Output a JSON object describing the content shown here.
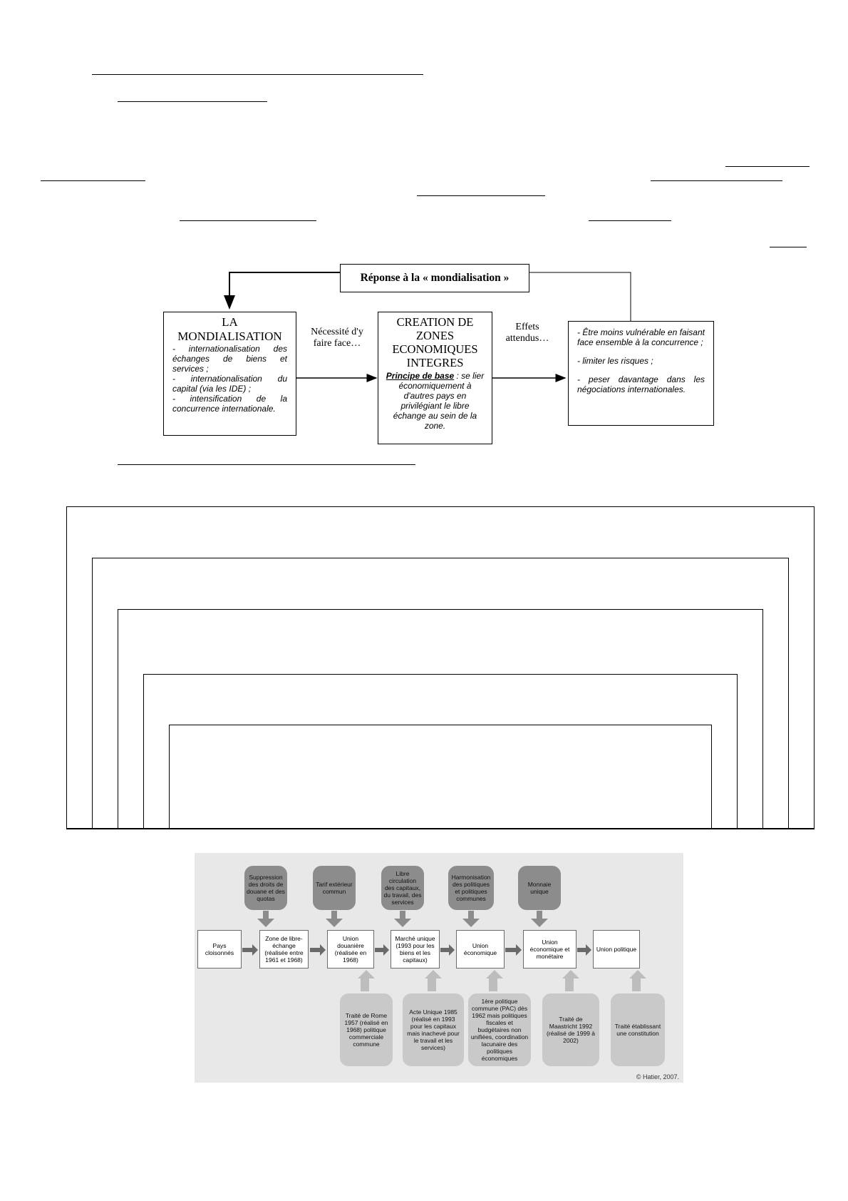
{
  "diagram": {
    "header": "Réponse à la « mondialisation »",
    "left_box": {
      "title": "LA MONDIALISATION",
      "items": [
        "- internationalisation des échanges de biens et services ;",
        "- internationalisation du capital (via les IDE) ;",
        "- intensification de la concurrence internationale."
      ]
    },
    "label_left": "Nécessité d'y faire face…",
    "center_box": {
      "title": "CREATION DE ZONES ECONOMIQUES INTEGRES",
      "principle_label": "Principe de base",
      "principle_text": " : se lier économiquement à d'autres pays en privilégiant le libre échange au sein de la zone."
    },
    "label_right": "Effets attendus…",
    "right_box": {
      "items": [
        "- Être moins vulnérable en faisant face ensemble à la concurrence ;",
        "- limiter les risques ;",
        "- peser davantage dans les négociations internationales."
      ]
    }
  },
  "integration_schema": {
    "top_measures": [
      "Suppression des droits de douane et des quotas",
      "Tarif extérieur commun",
      "Libre circulation des capitaux, du travail, des services",
      "Harmonisation des politiques et politiques communes",
      "Monnaie unique"
    ],
    "stages": [
      "Pays cloisonnés",
      "Zone de libre-échange (réalisée entre 1961 et 1968)",
      "Union douanière (réalisée en 1968)",
      "Marché unique (1993 pour les biens et les capitaux)",
      "Union économique",
      "Union économique et monétaire",
      "Union politique"
    ],
    "bottom_events": [
      "Traité de Rome 1957 (réalisé en 1968) politique commerciale commune",
      "Acte Unique 1985 (réalisé en 1993 pour les capitaux mais inachevé pour le travail et les services)",
      "1ère politique commune (PAC) dès 1962 mais politiques fiscales et budgétaires non unifiées, coordination lacunaire des politiques économiques",
      "Traité de Maastricht 1992 (réalisé de 1999 à 2002)",
      "Traité établissant une constitution"
    ],
    "copyright": "© Hatier, 2007."
  },
  "colors": {
    "ink": "#000000",
    "scan_background": "#e8e8e8",
    "pill_dark": "#8c8c8c",
    "pill_light": "#c9c9c9"
  }
}
